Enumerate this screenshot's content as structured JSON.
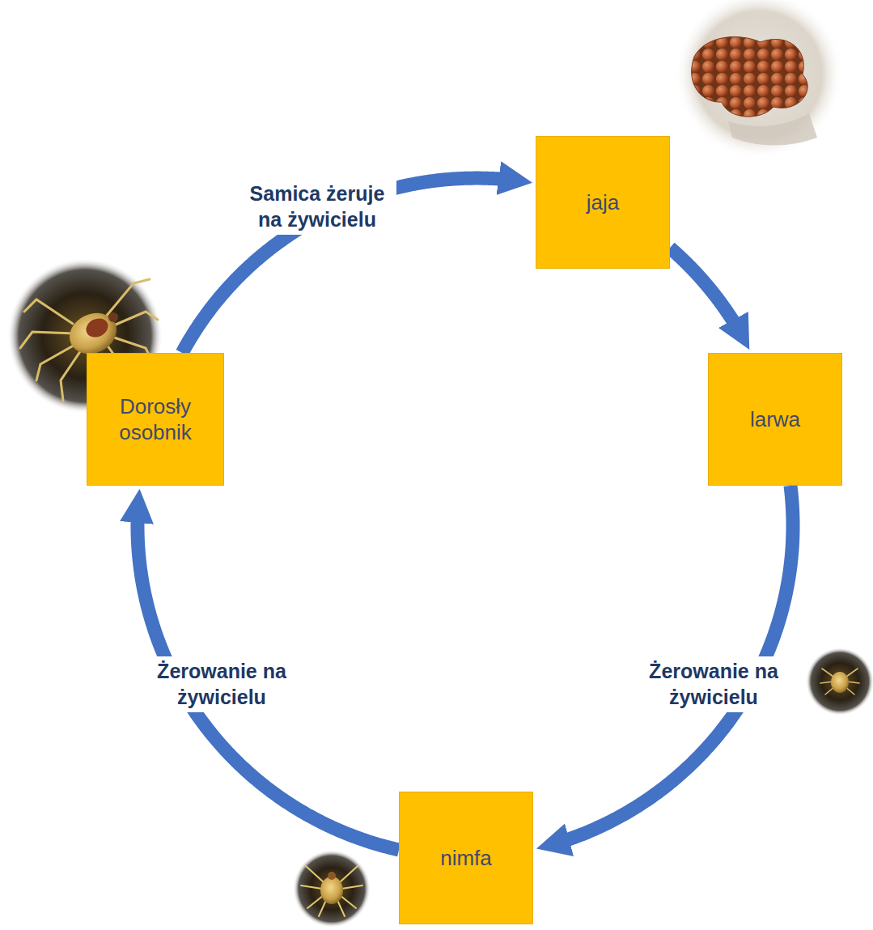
{
  "diagram": {
    "nodes": [
      {
        "text": [
          "jaja"
        ]
      },
      {
        "text": [
          "larwa"
        ]
      },
      {
        "text": [
          "nimfa"
        ]
      },
      {
        "text": [
          "Dorosły osobnik"
        ]
      }
    ],
    "edges": [
      {
        "from": 0,
        "to": 1,
        "arrow": "to"
      },
      {
        "from": 1,
        "to": 2,
        "label": "Żerowanie na żywicielu",
        "arrow": "to"
      },
      {
        "from": 2,
        "to": 3,
        "label": "Żerowanie na żywicielu",
        "arrow": "to"
      },
      {
        "from": 3,
        "to": 0,
        "label": "Samica żeruje na żywicielu",
        "arrow": "to"
      }
    ]
  }
}
